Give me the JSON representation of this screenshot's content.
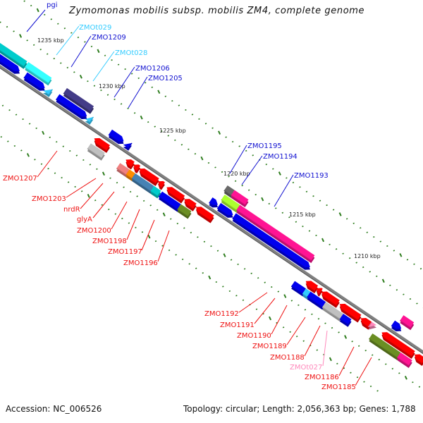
{
  "title": "Zymomonas mobilis subsp. mobilis ZM4, complete genome",
  "footer": {
    "accession": "Accession: NC_006526",
    "summary": "Topology: circular; Length: 2,056,363 bp; Genes: 1,788"
  },
  "colors": {
    "backbone": "#808080",
    "tick": "#2e7d1e",
    "label_plus": "#1010d0",
    "label_minus": "#ee1111",
    "label_trna_plus": "#33ccff",
    "label_trna_minus": "#ff88bb"
  },
  "ticks": [
    {
      "label": "1235 kbp"
    },
    {
      "label": "1230 kbp"
    },
    {
      "label": "1225 kbp"
    },
    {
      "label": "1220 kbp"
    },
    {
      "label": "1215 kbp"
    },
    {
      "label": "1210 kbp"
    }
  ],
  "labels_top": [
    {
      "text": "pgi",
      "color": "#1010d0"
    },
    {
      "text": "ZMOt029",
      "color": "#33ccff"
    },
    {
      "text": "ZMO1209",
      "color": "#1010d0"
    },
    {
      "text": "ZMOt028",
      "color": "#33ccff"
    },
    {
      "text": "ZMO1206",
      "color": "#1010d0"
    },
    {
      "text": "ZMO1205",
      "color": "#1010d0"
    },
    {
      "text": "ZMO1195",
      "color": "#1010d0"
    },
    {
      "text": "ZMO1194",
      "color": "#1010d0"
    },
    {
      "text": "ZMO1193",
      "color": "#1010d0"
    }
  ],
  "labels_bottom": [
    {
      "text": "ZMO1207",
      "color": "#ee1111"
    },
    {
      "text": "ZMO1203",
      "color": "#ee1111"
    },
    {
      "text": "nrdR",
      "color": "#ee1111"
    },
    {
      "text": "glyA",
      "color": "#ee1111"
    },
    {
      "text": "ZMO1200",
      "color": "#ee1111"
    },
    {
      "text": "ZMO1198",
      "color": "#ee1111"
    },
    {
      "text": "ZMO1197",
      "color": "#ee1111"
    },
    {
      "text": "ZMO1196",
      "color": "#ee1111"
    },
    {
      "text": "ZMO1192",
      "color": "#ee1111"
    },
    {
      "text": "ZMO1191",
      "color": "#ee1111"
    },
    {
      "text": "ZMO1190",
      "color": "#ee1111"
    },
    {
      "text": "ZMO1189",
      "color": "#ee1111"
    },
    {
      "text": "ZMO1188",
      "color": "#ee1111"
    },
    {
      "text": "ZMOt027",
      "color": "#ff88bb"
    },
    {
      "text": "ZMO1186",
      "color": "#ee1111"
    },
    {
      "text": "ZMO1185",
      "color": "#ee1111"
    }
  ],
  "features": [
    {
      "name": "pgi-cog",
      "strand": "plus",
      "track": 2,
      "color": "#00cccc"
    },
    {
      "name": "ZMOt029-cog",
      "strand": "plus",
      "track": 2,
      "color": "#33ffff"
    },
    {
      "name": "ZMO1209-cog",
      "strand": "plus",
      "track": 2,
      "color": "#443c88"
    },
    {
      "name": "pgi",
      "strand": "plus",
      "track": 1,
      "color": "#0000ee"
    },
    {
      "name": "gene-2",
      "strand": "plus",
      "track": 1,
      "color": "#0000ee"
    },
    {
      "name": "ZMOt029",
      "strand": "plus",
      "track": 1,
      "color": "#33ccff"
    },
    {
      "name": "ZMO1209",
      "strand": "plus",
      "track": 1,
      "color": "#0000ee"
    },
    {
      "name": "ZMOt028",
      "strand": "plus",
      "track": 1,
      "color": "#33ccff"
    },
    {
      "name": "ZMO1206",
      "strand": "plus",
      "track": 1,
      "color": "#0000ee"
    },
    {
      "name": "ZMO1205",
      "strand": "plus",
      "track": 1,
      "color": "#0000ee"
    },
    {
      "name": "ZMO1207",
      "strand": "minus",
      "track": 1,
      "color": "#ff0000"
    },
    {
      "name": "ZMO1207-cog",
      "strand": "minus",
      "track": 2,
      "color": "#c0c0c0"
    },
    {
      "name": "ZMO1203",
      "strand": "minus",
      "track": 1,
      "color": "#ff0000"
    },
    {
      "name": "nrdR",
      "strand": "minus",
      "track": 1,
      "color": "#ff0000"
    },
    {
      "name": "glyA",
      "strand": "minus",
      "track": 1,
      "color": "#ff0000"
    },
    {
      "name": "ZMO1200",
      "strand": "minus",
      "track": 1,
      "color": "#ff0000"
    },
    {
      "name": "ZMO1198",
      "strand": "minus",
      "track": 1,
      "color": "#ff0000"
    },
    {
      "name": "ZMO1197",
      "strand": "minus",
      "track": 1,
      "color": "#ff0000"
    },
    {
      "name": "ZMO1196",
      "strand": "minus",
      "track": 1,
      "color": "#ff0000"
    },
    {
      "name": "ZMO1203-cog",
      "strand": "minus",
      "track": 2,
      "color": "#f08080"
    },
    {
      "name": "nrdR-cog",
      "strand": "minus",
      "track": 2,
      "color": "#ff8c00"
    },
    {
      "name": "glyA-cog",
      "strand": "minus",
      "track": 2,
      "color": "#4682b4"
    },
    {
      "name": "ZMO1200-cog",
      "strand": "minus",
      "track": 2,
      "color": "#00cccc"
    },
    {
      "name": "ZMO1198-cog",
      "strand": "minus",
      "track": 2,
      "color": "#0000ee"
    },
    {
      "name": "ZMO1197-cog",
      "strand": "minus",
      "track": 2,
      "color": "#6b8e23"
    },
    {
      "name": "ZMO1195",
      "strand": "plus",
      "track": 1,
      "color": "#0000ee"
    },
    {
      "name": "ZMO1194",
      "strand": "plus",
      "track": 1,
      "color": "#0000ee"
    },
    {
      "name": "ZMO1193",
      "strand": "plus",
      "track": 1,
      "color": "#0000ee"
    },
    {
      "name": "ZMO1195-cog",
      "strand": "plus",
      "track": 3,
      "color": "#696969"
    },
    {
      "name": "ZMO1194-cog-a",
      "strand": "plus",
      "track": 3,
      "color": "#ff1493"
    },
    {
      "name": "ZMO1194-cog-b",
      "strand": "plus",
      "track": 2,
      "color": "#adff2f"
    },
    {
      "name": "ZMO1193-cog",
      "strand": "plus",
      "track": 2,
      "color": "#ff1493"
    },
    {
      "name": "ZMO1192",
      "strand": "minus",
      "track": 1,
      "color": "#ff0000"
    },
    {
      "name": "ZMO1191",
      "strand": "minus",
      "track": 1,
      "color": "#ff0000"
    },
    {
      "name": "ZMO1190",
      "strand": "minus",
      "track": 1,
      "color": "#ff0000"
    },
    {
      "name": "ZMO1189",
      "strand": "minus",
      "track": 1,
      "color": "#ff0000"
    },
    {
      "name": "ZMO1188",
      "strand": "minus",
      "track": 1,
      "color": "#ff0000"
    },
    {
      "name": "ZMOt027",
      "strand": "minus",
      "track": 1,
      "color": "#ff88bb"
    },
    {
      "name": "ZMO1192-cog",
      "strand": "minus",
      "track": 2,
      "color": "#0000ee"
    },
    {
      "name": "ZMO1191-cog",
      "strand": "minus",
      "track": 2,
      "color": "#33ccff"
    },
    {
      "name": "ZMO1190-cog",
      "strand": "minus",
      "track": 2,
      "color": "#0000ee"
    },
    {
      "name": "ZMO1189-cog",
      "strand": "minus",
      "track": 2,
      "color": "#c0c0c0"
    },
    {
      "name": "ZMO1188-cog",
      "strand": "minus",
      "track": 2,
      "color": "#0000ee"
    },
    {
      "name": "plus-gene-1210",
      "strand": "plus",
      "track": 1,
      "color": "#0000ee"
    },
    {
      "name": "plus-gene-1210-cog",
      "strand": "plus",
      "track": 2,
      "color": "#ff1493"
    },
    {
      "name": "ZMO1186",
      "strand": "minus",
      "track": 1,
      "color": "#ff0000"
    },
    {
      "name": "ZMO1185",
      "strand": "minus",
      "track": 1,
      "color": "#ff0000"
    },
    {
      "name": "ZMO1186-cog",
      "strand": "minus",
      "track": 2,
      "color": "#6b8e23"
    },
    {
      "name": "ZMO1185-cog",
      "strand": "minus",
      "track": 2,
      "color": "#ff1493"
    },
    {
      "name": "right-gene",
      "strand": "plus",
      "track": 1,
      "color": "#0000ee"
    },
    {
      "name": "right-gene-cog",
      "strand": "plus",
      "track": 2,
      "color": "#33ffff"
    }
  ]
}
